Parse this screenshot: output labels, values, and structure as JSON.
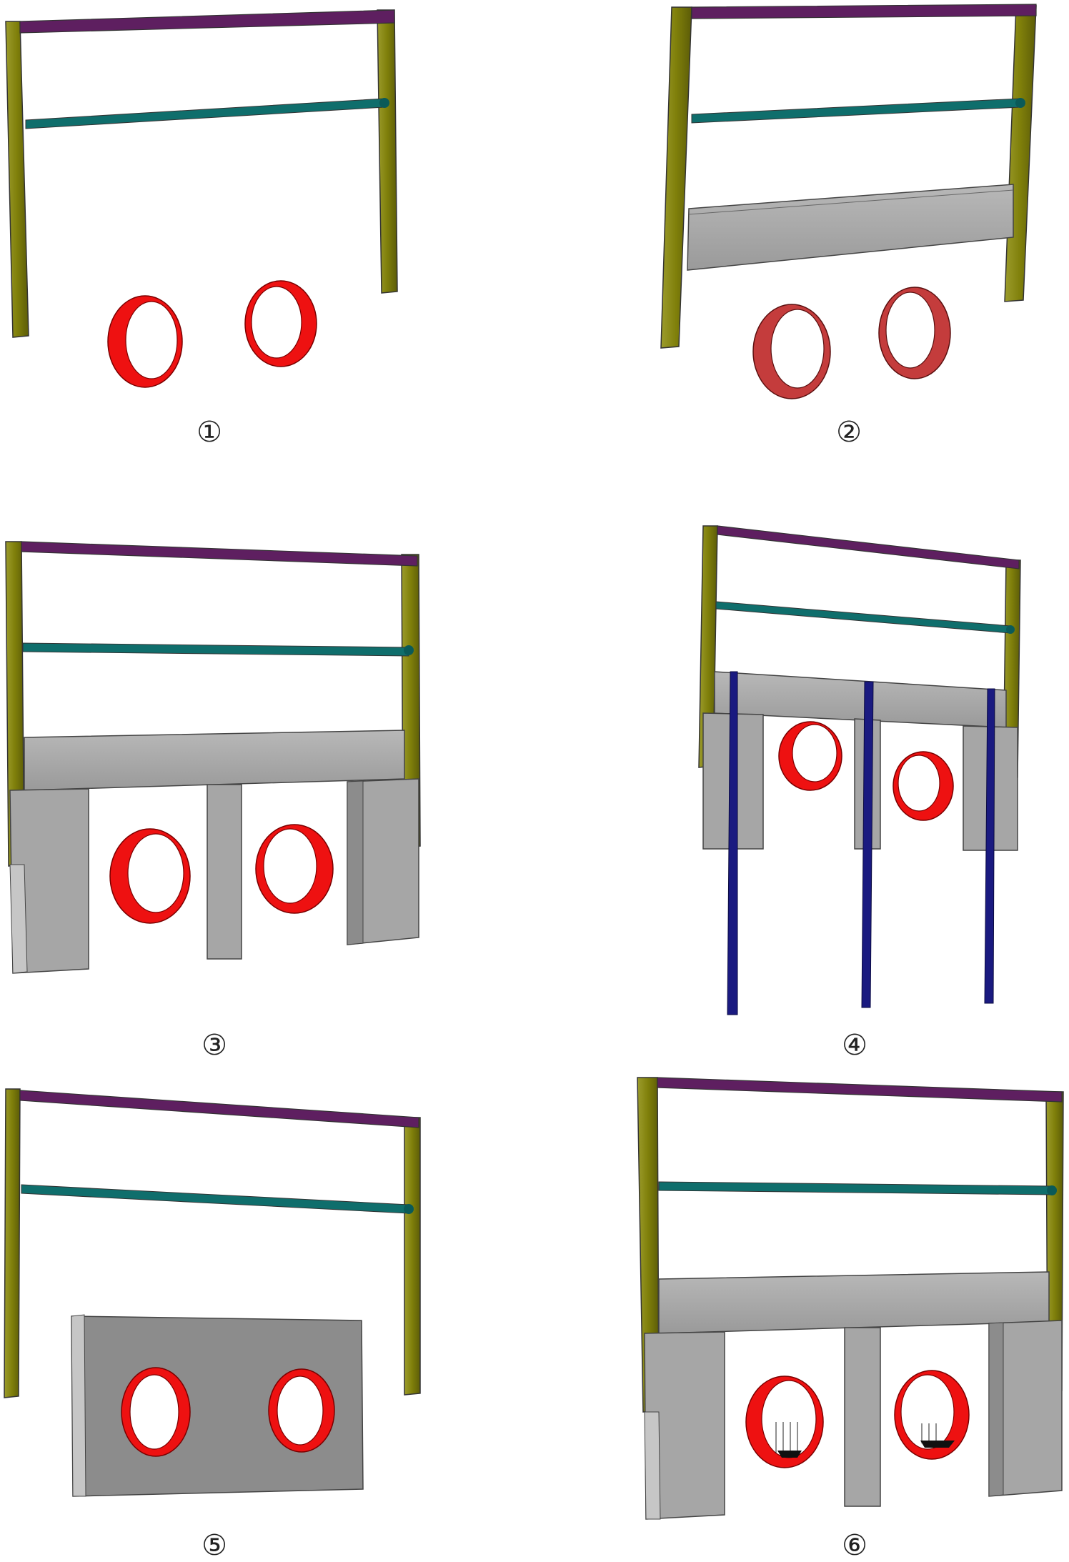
{
  "colors": {
    "purple_strut": "#5e1f60",
    "teal_strut": "#0f6e6c",
    "teal_node": "#0a5a58",
    "olive_wall": "#7f7f0a",
    "olive_dark": "#5c5c08",
    "olive_light": "#9c9c2c",
    "concrete": "#a6a6a6",
    "concrete_dark": "#8c8c8c",
    "concrete_light": "#c6c6c6",
    "tunnel_red": "#ee1111",
    "tunnel_red_dark": "#b71a1a",
    "tunnel_muted": "#c43c3c",
    "pile_blue": "#1a1a80",
    "edge": "#333333"
  },
  "panels": [
    {
      "id": "1",
      "label": "①"
    },
    {
      "id": "2",
      "label": "②"
    },
    {
      "id": "3",
      "label": "③"
    },
    {
      "id": "4",
      "label": "④"
    },
    {
      "id": "5",
      "label": "⑤"
    },
    {
      "id": "6",
      "label": "⑥"
    }
  ]
}
